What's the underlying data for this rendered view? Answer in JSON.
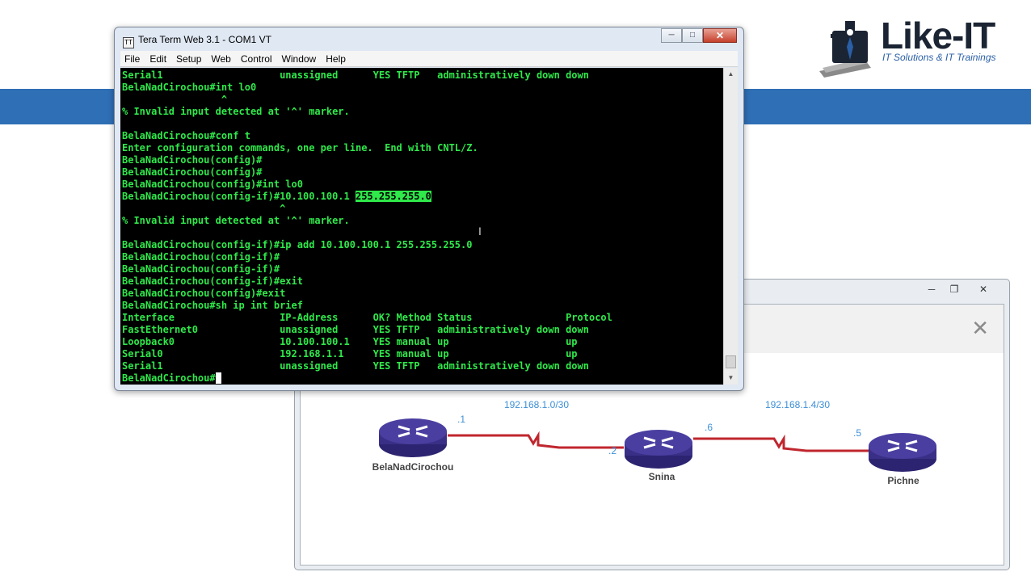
{
  "logo": {
    "title": "Like-IT",
    "subtitle": "IT Solutions & IT Trainings"
  },
  "terminal": {
    "title": "Tera Term Web 3.1 - COM1 VT",
    "app_icon": "tt-icon",
    "menu": [
      "File",
      "Edit",
      "Setup",
      "Web",
      "Control",
      "Window",
      "Help"
    ],
    "lines": [
      "Serial1                    unassigned      YES TFTP   administratively down down",
      "BelaNadCirochou#int lo0",
      "                 ^",
      "% Invalid input detected at '^' marker.",
      "",
      "BelaNadCirochou#conf t",
      "Enter configuration commands, one per line.  End with CNTL/Z.",
      "BelaNadCirochou(config)#",
      "BelaNadCirochou(config)#",
      "BelaNadCirochou(config)#int lo0",
      "BelaNadCirochou(config-if)#10.100.100.1 ",
      "                           ^",
      "% Invalid input detected at '^' marker.",
      "",
      "BelaNadCirochou(config-if)#ip add 10.100.100.1 255.255.255.0",
      "BelaNadCirochou(config-if)#",
      "BelaNadCirochou(config-if)#",
      "BelaNadCirochou(config-if)#exit",
      "BelaNadCirochou(config)#exit",
      "BelaNadCirochou#sh ip int brief",
      "Interface                  IP-Address      OK? Method Status                Protocol",
      "FastEthernet0              unassigned      YES TFTP   administratively down down",
      "Loopback0                  10.100.100.1    YES manual up                    up",
      "Serial0                    192.168.1.1     YES manual up                    up",
      "Serial1                    unassigned      YES TFTP   administratively down down",
      "BelaNadCirochou#"
    ],
    "highlighted_text": "255.255.255.0",
    "highlight_line": 10
  },
  "diagram": {
    "routers": [
      {
        "name": "BelaNadCirochou",
        "port_label": ".1"
      },
      {
        "name": "Snina",
        "port_left": ".2",
        "port_right": ".6"
      },
      {
        "name": "Pichne",
        "port_label": ".5"
      }
    ],
    "links": [
      {
        "subnet": "192.168.1.0/30"
      },
      {
        "subnet": "192.168.1.4/30"
      }
    ],
    "colors": {
      "router": "#3a2f86",
      "link": "#c0262e",
      "label": "#3d8fd6"
    }
  },
  "colors": {
    "banner": "#2f6fb5",
    "terminal_fg": "#2fe84a",
    "terminal_bg": "#000000"
  }
}
